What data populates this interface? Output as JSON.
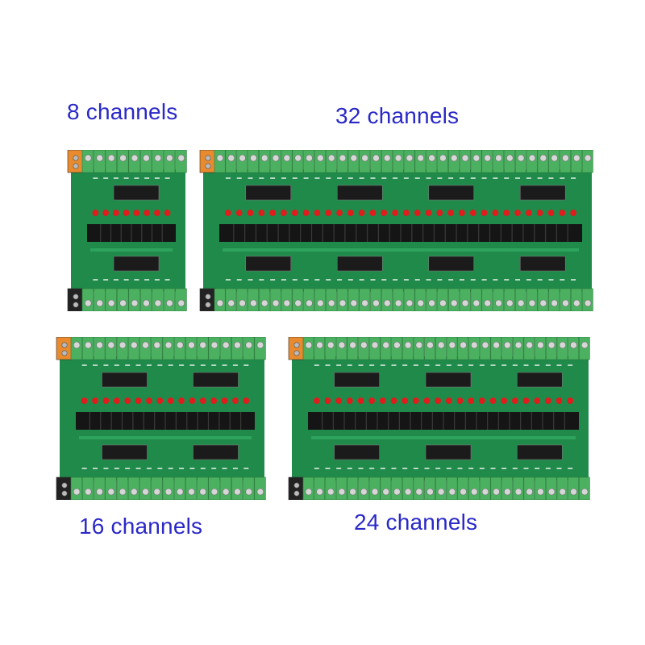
{
  "labels": {
    "ch8": "8 channels",
    "ch32": "32 channels",
    "ch16": "16 channels",
    "ch24": "24 channels"
  },
  "boards": [
    {
      "id": "ch8",
      "channels": 8,
      "output_terminals": 9,
      "input_terminals": 9
    },
    {
      "id": "ch32",
      "channels": 32,
      "output_terminals": 34,
      "input_terminals": 34
    },
    {
      "id": "ch16",
      "channels": 16,
      "output_terminals": 17,
      "input_terminals": 17
    },
    {
      "id": "ch24",
      "channels": 24,
      "output_terminals": 26,
      "input_terminals": 26
    }
  ],
  "colors": {
    "pcb": "#1f8a4a",
    "terminal": "#4cb061",
    "power_terminal": "#e88a2d",
    "com_terminal": "#222222",
    "led": "#e01c1c",
    "optocoupler": "#151515",
    "label_text": "#2a28c8"
  }
}
